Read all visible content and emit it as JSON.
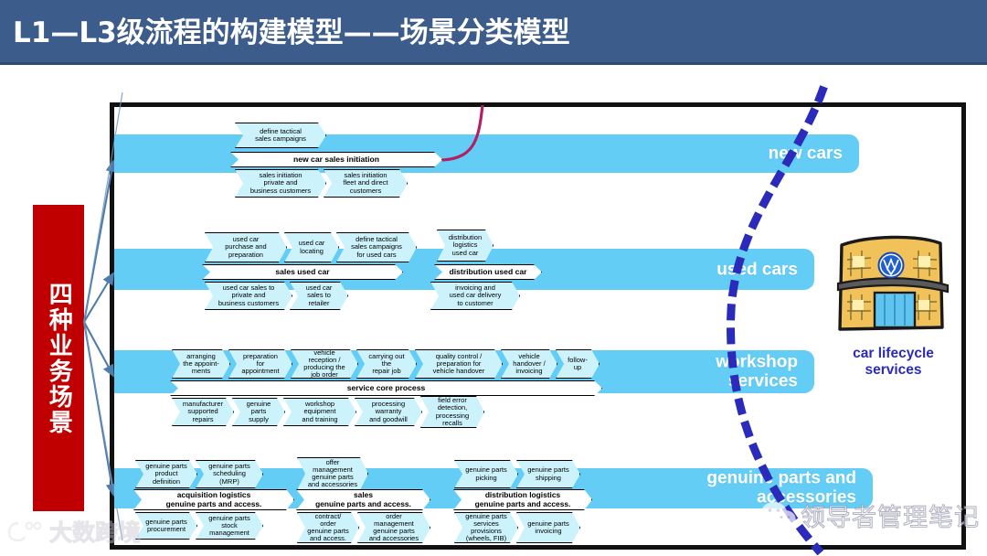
{
  "header": {
    "title": "L1—L3级流程的构建模型——场景分类模型",
    "bg_color": "#3c5c8c"
  },
  "left_label": {
    "text": "四种业务场景",
    "bg_color": "#c00000"
  },
  "colors": {
    "band": "#63cdf6",
    "chevron_fill": "#ccf2fc",
    "main_chevron_fill": "#ffffff",
    "accent_dark_blue": "#2b2bbb",
    "magenta": "#b41e64",
    "arrow_blue": "#4f7cab"
  },
  "bands": [
    {
      "id": "new-cars",
      "label": "new cars"
    },
    {
      "id": "used-cars",
      "label": "used cars"
    },
    {
      "id": "workshop",
      "label": "workshop\nservices"
    },
    {
      "id": "genuine-parts",
      "label": "genuine parts and\naccessories"
    }
  ],
  "rows": {
    "new_cars": {
      "top": [
        "define tactical\nsales campaigns"
      ],
      "main": [
        "new car sales initiation"
      ],
      "bottom": [
        "sales initiation\nprivate and\nbusiness customers",
        "sales initiation\nfleet and direct\ncustomers"
      ]
    },
    "used_cars": {
      "top": [
        "used car\npurchase and\npreparation",
        "used car\nlocating",
        "define tactical\nsales campaigns\nfor used cars",
        "distribution\nlogistics\nused car"
      ],
      "main": [
        "sales used car",
        "distribution used car"
      ],
      "bottom": [
        "used car sales to\nprivate and\nbusiness customers",
        "used car\nsales to\nretailer",
        "invoicing and\nused car delivery\nto customer"
      ]
    },
    "workshop": {
      "top": [
        "arranging\nthe appoint-\nments",
        "preparation\nfor\nappointment",
        "vehicle\nreception /\nproducing the\njob order",
        "carrying out\nthe\nrepair job",
        "quality control /\npreparation for\nvehicle handover",
        "vehicle\nhandover /\ninvoicing",
        "follow-up"
      ],
      "main": [
        "service core process"
      ],
      "bottom": [
        "manufacturer\nsupported\nrepairs",
        "genuine\nparts\nsupply",
        "workshop\nequipment\nand training",
        "processing\nwarranty\nand goodwill",
        "field error\ndetection,\nprocessing\nrecalls"
      ]
    },
    "genuine_parts": {
      "top": [
        "genuine parts\nproduct\ndefinition",
        "genuine parts\nscheduling\n(MRP)",
        "offer\nmanagement\ngenuine parts\nand accessories",
        "genuine parts\npicking",
        "genuine parts\nshipping"
      ],
      "main": [
        "acquisition logistics\ngenuine parts and access.",
        "sales\ngenuine parts and access.",
        "distribution logistics\ngenuine parts and access."
      ],
      "bottom": [
        "genuine parts\nprocurement",
        "genuine parts\nstock\nmanagement",
        "contract/\norder\ngenuine parts\nand access.",
        "order\nmanagement\ngenuine parts\nand accessories",
        "genuine parts\nservices\nprovisions\n(wheels, FIB)",
        "genuine parts\ninvoicing"
      ]
    }
  },
  "lifecycle": {
    "label": "car lifecycle\nservices",
    "icon": "vw-dealership-building-icon"
  },
  "watermarks": {
    "left": {
      "text": "大数跨境",
      "icon": "dashu-logo-icon"
    },
    "right": {
      "text": "领导者管理笔记",
      "icon": "wechat-icon"
    }
  }
}
